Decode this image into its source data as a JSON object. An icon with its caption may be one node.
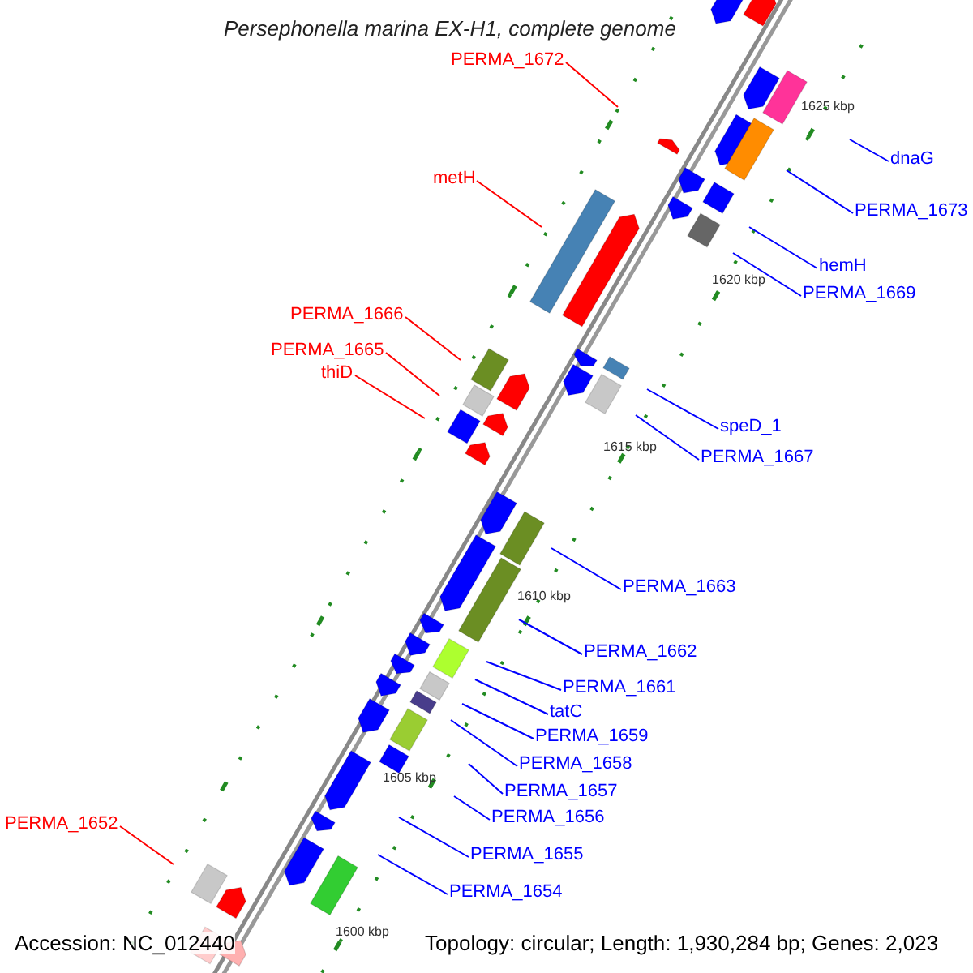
{
  "diagram": {
    "title": "Persephonella marina EX-H1, complete genome",
    "nodes": [
      {
        "text": [
          "PERMA_1672"
        ]
      },
      {
        "text": [
          "metH"
        ]
      },
      {
        "text": [
          "PERMA_1666"
        ]
      },
      {
        "text": [
          "PERMA_1665"
        ]
      },
      {
        "text": [
          "thiD"
        ]
      },
      {
        "text": [
          "PERMA_1652"
        ]
      },
      {
        "text": [
          "dnaG"
        ]
      },
      {
        "text": [
          "PERMA_1673"
        ]
      },
      {
        "text": [
          "hemH"
        ]
      },
      {
        "text": [
          "PERMA_1669"
        ]
      },
      {
        "text": [
          "speD_1"
        ]
      },
      {
        "text": [
          "PERMA_1667"
        ]
      },
      {
        "text": [
          "PERMA_1663"
        ]
      },
      {
        "text": [
          "PERMA_1662"
        ]
      },
      {
        "text": [
          "PERMA_1661"
        ]
      },
      {
        "text": [
          "tatC"
        ]
      },
      {
        "text": [
          "PERMA_1659"
        ]
      },
      {
        "text": [
          "PERMA_1658"
        ]
      },
      {
        "text": [
          "PERMA_1657"
        ]
      },
      {
        "text": [
          "PERMA_1656"
        ]
      },
      {
        "text": [
          "PERMA_1655"
        ]
      },
      {
        "text": [
          "PERMA_1654"
        ]
      }
    ],
    "edges": [
      {
        "from": 0,
        "to": null,
        "arrow": "none",
        "color": "#ff0000"
      },
      {
        "from": 1,
        "to": null,
        "arrow": "none",
        "color": "#ff0000"
      },
      {
        "from": 2,
        "to": null,
        "arrow": "none",
        "color": "#ff0000"
      },
      {
        "from": 3,
        "to": null,
        "arrow": "none",
        "color": "#ff0000"
      },
      {
        "from": 4,
        "to": null,
        "arrow": "none",
        "color": "#ff0000"
      },
      {
        "from": 5,
        "to": null,
        "arrow": "none",
        "color": "#ff0000"
      },
      {
        "from": 6,
        "to": null,
        "arrow": "none"
      },
      {
        "from": 7,
        "to": null,
        "arrow": "none"
      },
      {
        "from": 8,
        "to": null,
        "arrow": "none"
      },
      {
        "from": 9,
        "to": null,
        "arrow": "none"
      },
      {
        "from": 10,
        "to": null,
        "arrow": "none"
      },
      {
        "from": 11,
        "to": null,
        "arrow": "none"
      },
      {
        "from": 12,
        "to": null,
        "arrow": "none"
      },
      {
        "from": 13,
        "to": null,
        "arrow": "none"
      },
      {
        "from": 14,
        "to": null,
        "arrow": "none"
      },
      {
        "from": 15,
        "to": null,
        "arrow": "none"
      },
      {
        "from": 16,
        "to": null,
        "arrow": "none"
      },
      {
        "from": 17,
        "to": null,
        "arrow": "none"
      },
      {
        "from": 18,
        "to": null,
        "arrow": "none"
      },
      {
        "from": 19,
        "to": null,
        "arrow": "none"
      },
      {
        "from": 20,
        "to": null,
        "arrow": "none"
      },
      {
        "from": 21,
        "to": null,
        "arrow": "none"
      }
    ],
    "labels": [
      "1625 kbp",
      "1620 kbp",
      "1615 kbp",
      "1610 kbp",
      "1605 kbp",
      "1600 kbp",
      "Accession: NC_012440",
      "Topology: circular; Length: 1,930,284 bp; Genes: 2,023"
    ]
  }
}
